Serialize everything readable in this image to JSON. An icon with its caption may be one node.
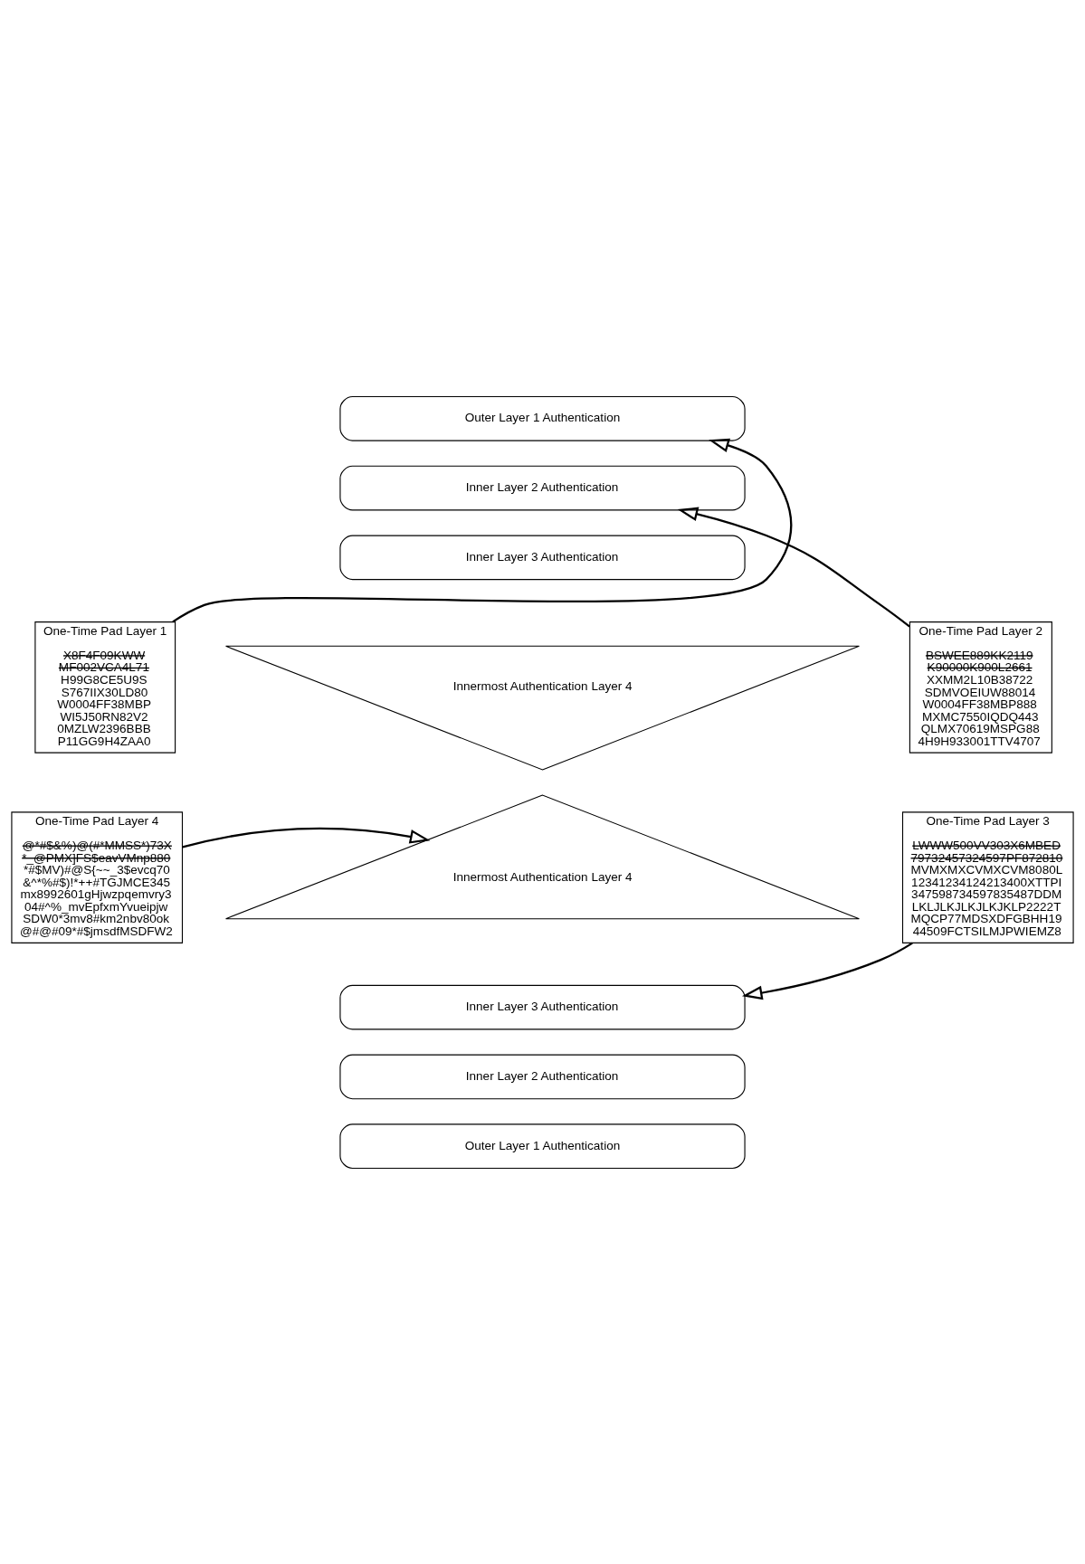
{
  "diagram": {
    "nodes": [
      {
        "text": [
          "Outer Layer 1 Authentication"
        ]
      },
      {
        "text": [
          "Inner Layer 2 Authentication"
        ]
      },
      {
        "text": [
          "Inner Layer 3 Authentication"
        ]
      },
      {
        "text": [
          "One-Time Pad Layer 1",
          "X8F4F09KWW",
          "MF002VCA4L71",
          "H99G8CE5U9S",
          "S767IIX30LD80",
          "W0004FF38MBP",
          "WI5J50RN82V2",
          "0MZLW2396BBB",
          "P11GG9H4ZAA0"
        ]
      },
      {
        "text": [
          "Innermost Authentication Layer 4"
        ]
      },
      {
        "text": [
          "One-Time Pad Layer 2",
          "BSWEE889KK2119",
          "K90000K900L2661",
          "XXMM2L10B38722",
          "SDMVOEIUW88014",
          "W0004FF38MBP888",
          "MXMC7550IQDQ443",
          "QLMX70619MSPG88",
          "4H9H933001TTV4707"
        ]
      },
      {
        "text": [
          "One-Time Pad Layer 4",
          "@*#$&%)@(#*MMSS*)73X",
          "*_@PMX]FS$eavVMnp880",
          "*#$MV)#@S{~~_3$evcq70",
          "&^*%#$)!*++#TGJMCE345",
          "mx8992601gHjwzpqemvry3",
          "04#^%_mvEpfxmYvueipjw",
          "SDW0*3mv8#km2nbv80ok",
          "@#@#09*#$jmsdfMSDFW2"
        ]
      },
      {
        "text": [
          "Innermost Authentication Layer 4"
        ]
      },
      {
        "text": [
          "One-Time Pad Layer 3",
          "LWWW500VV303X6MBED",
          "79732457324597PF872810",
          "MVMXMXCVMXCVM8080L",
          "12341234124213400XTTPI",
          "347598734597835487DDM",
          "LKLJLKJLKJLKJKLP2222T",
          "MQCP77MDSXDFGBHH19",
          "44509FCTSILMJPWIEMZ8"
        ]
      },
      {
        "text": [
          "Inner Layer 3 Authentication"
        ]
      },
      {
        "text": [
          "Inner Layer 2 Authentication"
        ]
      },
      {
        "text": [
          "Outer Layer 1 Authentication"
        ]
      }
    ],
    "edges": [
      {
        "from": 3,
        "to": 0,
        "arrow": "to"
      },
      {
        "from": 5,
        "to": 1,
        "arrow": "to"
      },
      {
        "from": 6,
        "to": 7,
        "arrow": "to"
      },
      {
        "from": 8,
        "to": 9,
        "arrow": "to"
      }
    ]
  }
}
